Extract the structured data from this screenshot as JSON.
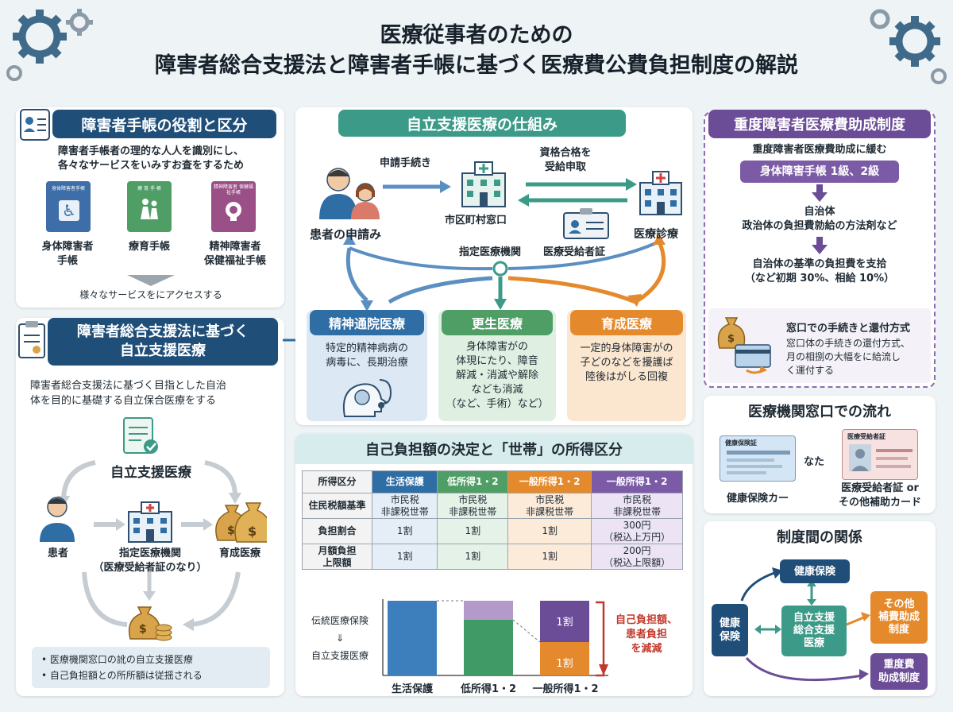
{
  "title": {
    "line1": "医療従事者のための",
    "line2": "障害者総合支援法と障害者手帳に基づく医療費公費負担制度の解説"
  },
  "techo": {
    "header": "障害者手帳の役割と区分",
    "desc_line1": "障害者手帳者の理的な人人を識別にし、",
    "desc_line2": "各々なサービスをいみすお査をするため",
    "cards": [
      {
        "label_line1": "身体障害者",
        "label_line2": "手帳",
        "card_text": "身体障害者手帳",
        "color": "#3d6ea8"
      },
      {
        "label_line1": "療育手帳",
        "label_line2": "",
        "card_text": "療 育 手 帳",
        "color": "#4f9e66"
      },
      {
        "label_line1": "精神障害者",
        "label_line2": "保健福祉手帳",
        "card_text": "精神障害者 保健福祉手帳",
        "color": "#9a4f86"
      }
    ],
    "access": "様々なサービスをにアクセスする"
  },
  "sogo": {
    "header_line1": "障害者総合支援法に基づく",
    "header_line2": "自立支援医療",
    "desc_line1": "障害者総合支援法に基づく目指とした自治",
    "desc_line2": "体を目的に基礎する自立保合医療をする",
    "center_label": "自立支援医療",
    "patient": "患者",
    "facility_line1": "指定医療機関",
    "facility_line2": "（医療受給者証のなり）",
    "ikusei": "育成医療",
    "notes": [
      "医療機関窓口の訛の自立支援医療",
      "自己負担額との所所額は従揺される"
    ]
  },
  "shikumi": {
    "header": "自立支援医療の仕組み",
    "apply": "申請手続き",
    "qualify_line1": "資格合格を",
    "qualify_line2": "受給申取",
    "patient": "患者の申請み",
    "city": "市区町村窓口",
    "clinic": "医療診療",
    "designated": "指定医療機関",
    "certificate": "医療受給者証",
    "types": [
      {
        "title": "精神通院医療",
        "line1": "特定的精神病病の",
        "line2": "病毒に、長期治療",
        "line3": "",
        "line4": "",
        "color": "#2f6ea5",
        "bg": "#dce8f3"
      },
      {
        "title": "更生医療",
        "line1": "身体障害がの",
        "line2": "体現にたり、障音",
        "line3": "解減・消滅や解除",
        "line4": "なども消減",
        "line5": "（など、手術）など）",
        "color": "#4f9e66",
        "bg": "#dff0e2"
      },
      {
        "title": "育成医療",
        "line1": "一定的身体障害がの",
        "line2": "子どのなどを擾護ば",
        "line3": "陸後はがしる回複",
        "line4": "",
        "color": "#e48a2c",
        "bg": "#fbe6cf"
      }
    ]
  },
  "futan": {
    "header": "自己負担額の決定と「世帯」の所得区分",
    "columns": [
      "所得区分",
      "生活保護",
      "低所得1・2",
      "一般所得1・2",
      "一般所得1・2"
    ],
    "column_colors": [
      "#f3f3f3",
      "#2f6ea5",
      "#4f9e66",
      "#e48a2c",
      "#7b5aa6"
    ],
    "rows": [
      {
        "label": "住民税額基準",
        "cells": [
          "市民税\n非課税世帯",
          "市民税\n非課税世帯",
          "市民税\n非課税世帯",
          "市民税\n非課税世帯"
        ]
      },
      {
        "label": "負担割合",
        "cells": [
          "1割",
          "1割",
          "1割",
          "300円\n（税込上万円）"
        ]
      },
      {
        "label": "月額負担\n上限額",
        "cells": [
          "1割",
          "1割",
          "1割",
          "200円\n（税込上限額）"
        ]
      }
    ],
    "compare_top": "伝統医療保険",
    "compare_arrow": "⇓",
    "compare_bottom": "自立支援医療",
    "bar_labels": [
      "生活保護",
      "低所得1・2",
      "一般所得1・2"
    ],
    "bar_tag": "1割",
    "reduce_line1": "自己負担額、",
    "reduce_line2": "患者負担",
    "reduce_line3": "を減減"
  },
  "jushou": {
    "header": "重度障害者医療費助成制度",
    "line1": "重度障害者医療費助成に緩む",
    "pill": "身体障害手帳 1級、2級",
    "line2": "自治体",
    "line3": "政治体の負担費勍給の方法剤など",
    "line4": "自治体の基準の負担費を支拾",
    "line5": "（など初期 30%、相給 10%）",
    "madoguchi_title": "窓口での手続きと還付方式",
    "madoguchi_line1": "窓口体の手続きの還付方式、",
    "madoguchi_line2": "月の相捌の大幅をに給流し",
    "madoguchi_line3": "く運付する"
  },
  "flow": {
    "header": "医療機関窓口での流れ",
    "card1_text": "健康保険証",
    "card1_label": "健康保険カー",
    "or": "なた",
    "card2_text": "医療受給者証",
    "card2_label_line1": "医療受給者証 or",
    "card2_label_line2": "その他補助カード"
  },
  "relation": {
    "header": "制度間の関係",
    "top": "健康保険",
    "left_line1": "健康",
    "left_line2": "保険",
    "center_line1": "自立支援",
    "center_line2": "総合支援",
    "center_line3": "医療",
    "right_line1": "その他",
    "right_line2": "補費助成",
    "right_line3": "制度",
    "bottom_line1": "重度費",
    "bottom_line2": "助成制度"
  }
}
